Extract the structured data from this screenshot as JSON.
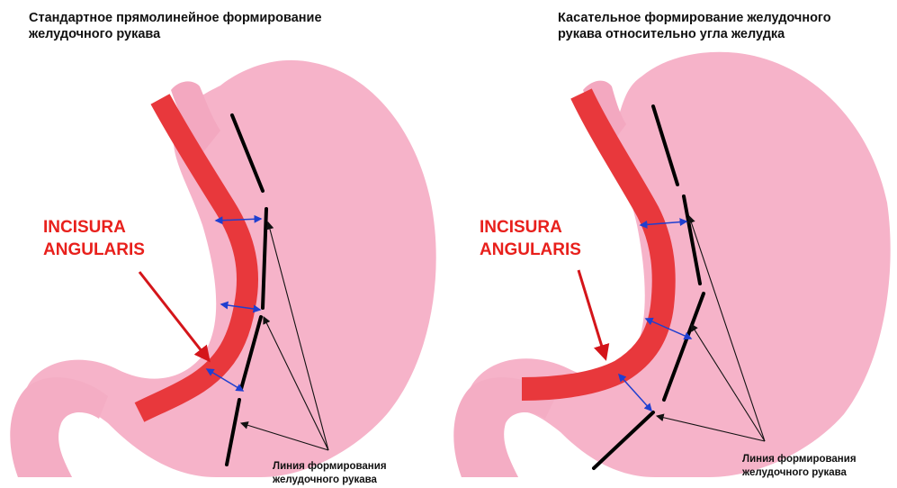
{
  "panels": [
    {
      "title": "Стандартное прямолинейное формирование\nжелудочного рукава",
      "incisura_label": "INCISURA\nANGULARIS",
      "line_label": "Линия формирования\nжелудочного рукава"
    },
    {
      "title": "Касательное формирование желудочного\nрукава относительно угла желудка",
      "incisura_label": "INCISURA\nANGULARIS",
      "line_label": "Линия формирования\nжелудочного рукава"
    }
  ],
  "colors": {
    "stomach": "#f6b3c9",
    "stomach_dark": "#efa0ba",
    "sleeve": "#e8383c",
    "label_red": "#e8201c",
    "measure_arrow": "#1f3fd0",
    "staple_line": "#000000"
  }
}
